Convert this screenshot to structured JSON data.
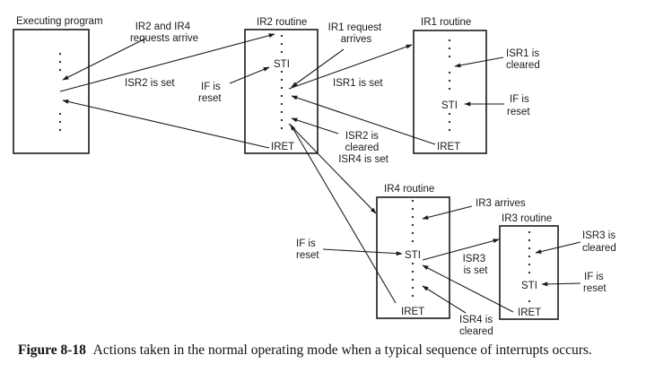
{
  "routines": {
    "exec": {
      "title": "Executing program"
    },
    "ir2": {
      "title": "IR2 routine",
      "sti": "STI",
      "iret": "IRET"
    },
    "ir1": {
      "title": "IR1 routine",
      "sti": "STI",
      "iret": "IRET"
    },
    "ir4": {
      "title": "IR4 routine",
      "sti": "STI",
      "iret": "IRET"
    },
    "ir3": {
      "title": "IR3 routine",
      "sti": "STI",
      "iret": "IRET"
    }
  },
  "annotations": {
    "ir2_ir4_arrive": [
      "IR2 and IR4",
      "requests arrive"
    ],
    "isr2_set": [
      "ISR2 is set"
    ],
    "if_reset_ir2": [
      "IF is",
      "reset"
    ],
    "ir1_arrives": [
      "IR1 request",
      "arrives"
    ],
    "isr1_set": [
      "ISR1 is set"
    ],
    "isr2_cleared": [
      "ISR2 is",
      "cleared",
      "ISR4 is set"
    ],
    "isr1_cleared": [
      "ISR1 is",
      "cleared"
    ],
    "if_reset_ir1": [
      "IF is",
      "reset"
    ],
    "ir3_arrives": [
      "IR3 arrives"
    ],
    "if_reset_ir4": [
      "IF is",
      "reset"
    ],
    "isr3_set": [
      "ISR3",
      "is set"
    ],
    "isr4_cleared": [
      "ISR4 is",
      "cleared"
    ],
    "isr3_cleared": [
      "ISR3 is",
      "cleared"
    ],
    "if_reset_ir3": [
      "IF is",
      "reset"
    ]
  },
  "caption": {
    "label": "Figure 8-18",
    "text": "Actions taken in the normal operating mode when a typical sequence of interrupts occurs."
  }
}
